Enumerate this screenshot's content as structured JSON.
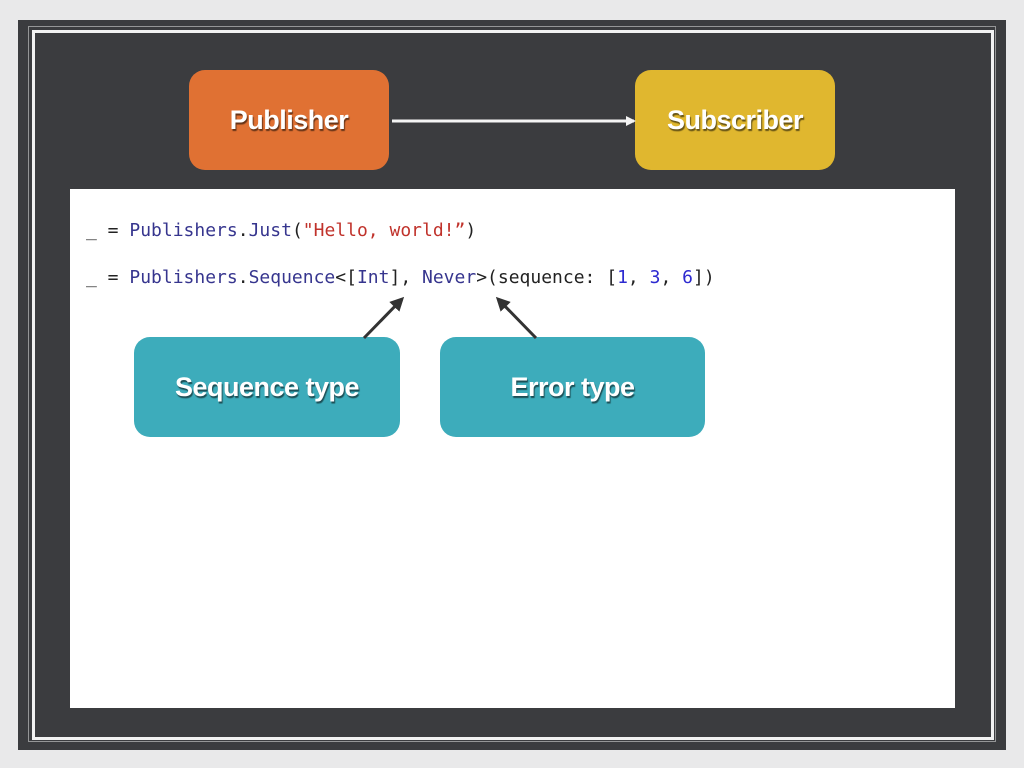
{
  "nodes": {
    "publisher": "Publisher",
    "subscriber": "Subscriber",
    "sequence_type": "Sequence type",
    "error_type": "Error type"
  },
  "code": {
    "line1": {
      "prefix": "_ = ",
      "type": "Publishers",
      "dot": ".",
      "method": "Just",
      "open": "(",
      "string": "\"Hello, world!”",
      "close": ")"
    },
    "line2": {
      "prefix": "_ = ",
      "type": "Publishers",
      "dot": ".",
      "method": "Sequence",
      "lt": "<[",
      "elem_type": "Int",
      "mid": "], ",
      "err_type": "Never",
      "gt": ">(sequence: [",
      "n1": "1",
      "sep1": ", ",
      "n2": "3",
      "sep2": ", ",
      "n3": "6",
      "end": "])"
    }
  },
  "colors": {
    "publisher": "#e07133",
    "subscriber": "#e0b72f",
    "annotation": "#3dacbb",
    "background": "#3b3c3f"
  }
}
